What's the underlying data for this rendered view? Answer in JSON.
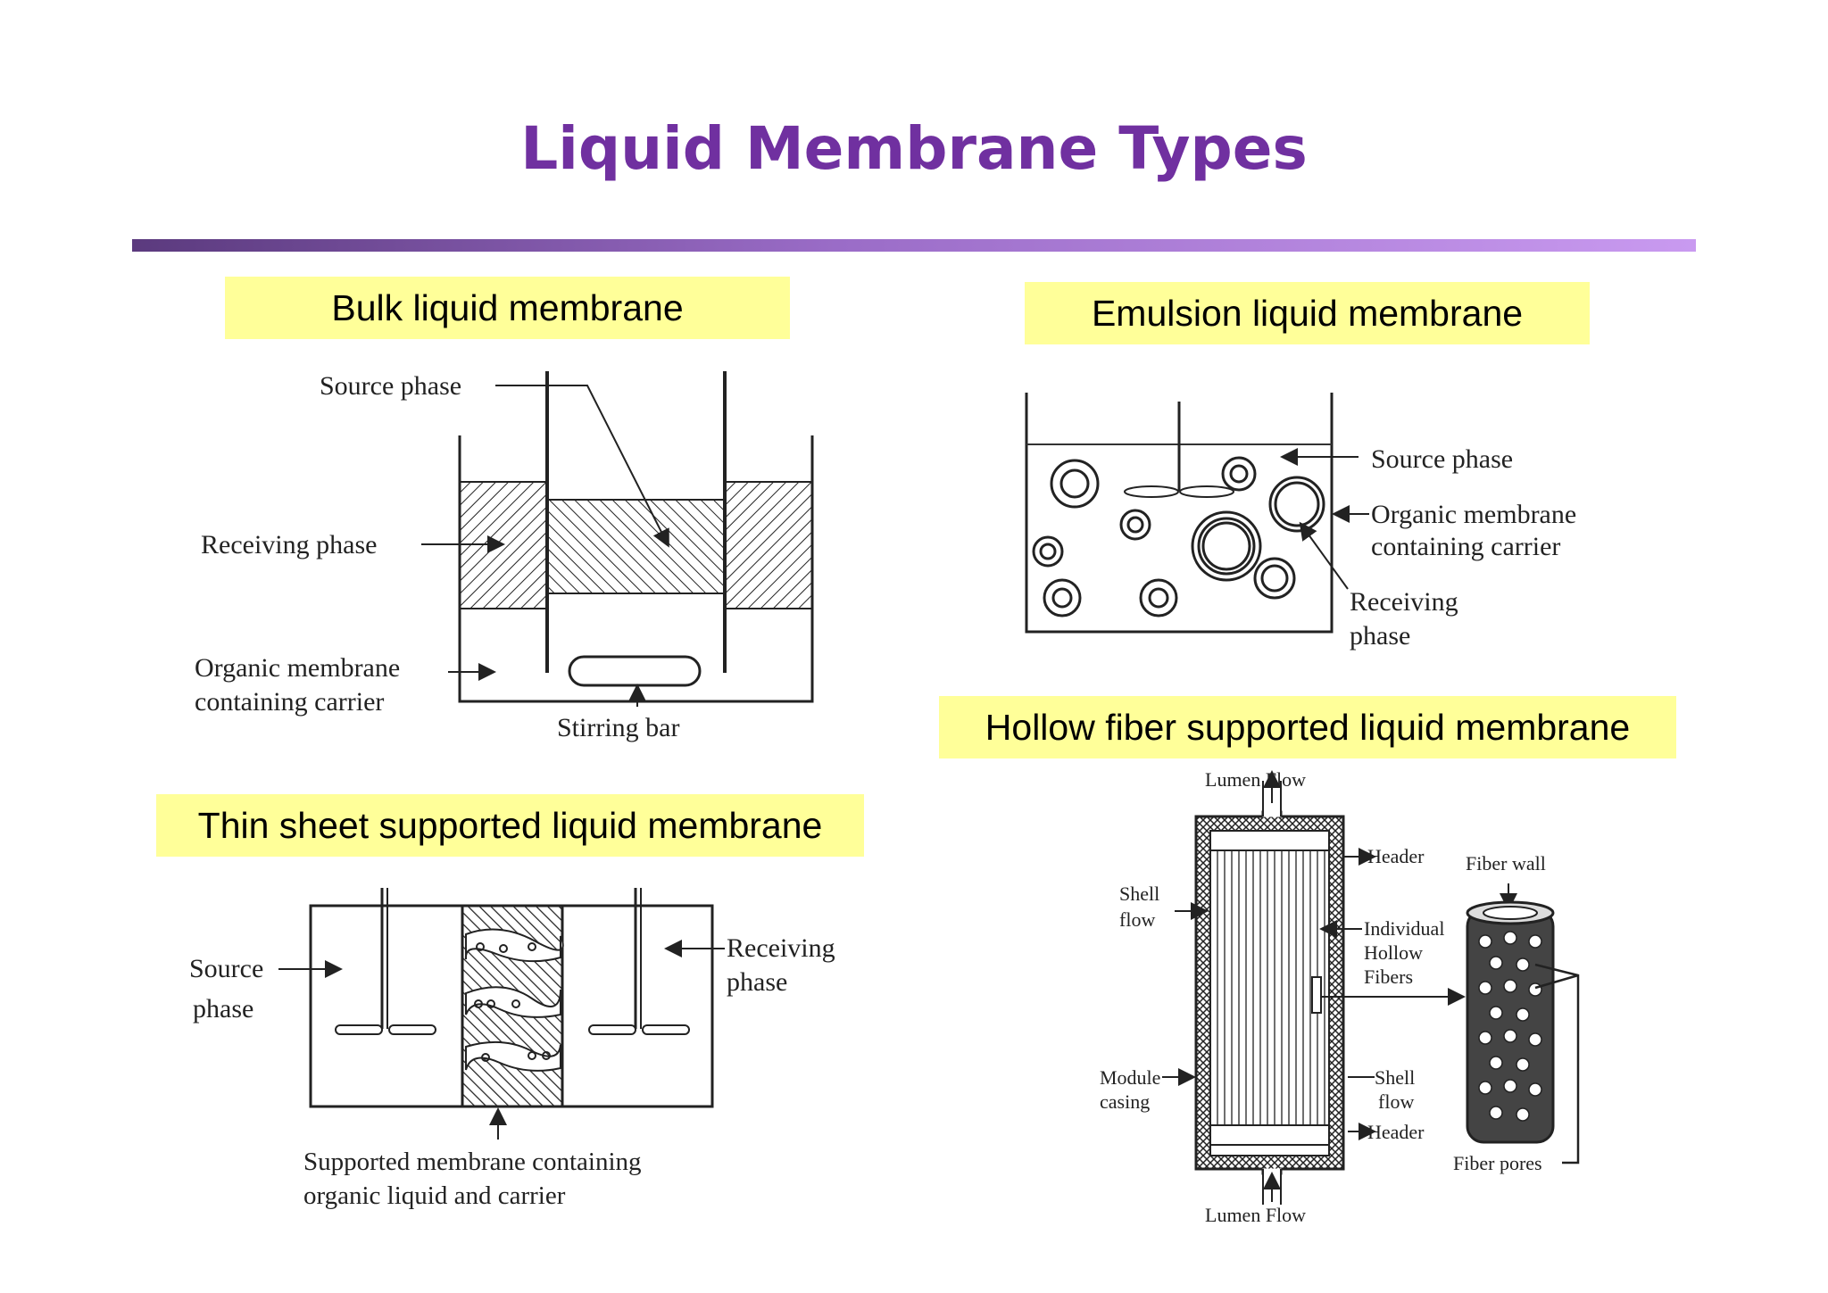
{
  "title": "Liquid Membrane Types",
  "colors": {
    "title": "#7030a0",
    "label_background": "#ffff99",
    "rule_start": "#5b3a7e",
    "rule_end": "#c99af0"
  },
  "panels": {
    "bulk": {
      "heading": "Bulk liquid membrane",
      "labels": {
        "source": "Source phase",
        "receiving": "Receiving phase",
        "organic_1": "Organic membrane",
        "organic_2": "containing carrier",
        "stirring": "Stirring bar"
      }
    },
    "emulsion": {
      "heading": "Emulsion liquid membrane",
      "labels": {
        "source": "Source phase",
        "organic_1": "Organic membrane",
        "organic_2": "containing carrier",
        "receiving_1": "Receiving",
        "receiving_2": "phase"
      }
    },
    "thin_sheet": {
      "heading": "Thin sheet supported liquid membrane",
      "labels": {
        "source_1": "Source",
        "source_2": "phase",
        "receiving_1": "Receiving",
        "receiving_2": "phase",
        "supported_1": "Supported membrane containing",
        "supported_2": "organic liquid and carrier"
      }
    },
    "hollow_fiber": {
      "heading": "Hollow fiber supported liquid membrane",
      "labels": {
        "lumen_top": "Lumen Flow",
        "lumen_bottom": "Lumen Flow",
        "header_top": "Header",
        "header_bottom": "Header",
        "fiber_wall": "Fiber wall",
        "shell_flow_in_1": "Shell",
        "shell_flow_in_2": "flow",
        "individual_1": "Individual",
        "individual_2": "Hollow",
        "individual_3": "Fibers",
        "module_1": "Module",
        "module_2": "casing",
        "shell_flow_out_1": "Shell",
        "shell_flow_out_2": "flow",
        "fiber_pores": "Fiber pores"
      }
    }
  }
}
